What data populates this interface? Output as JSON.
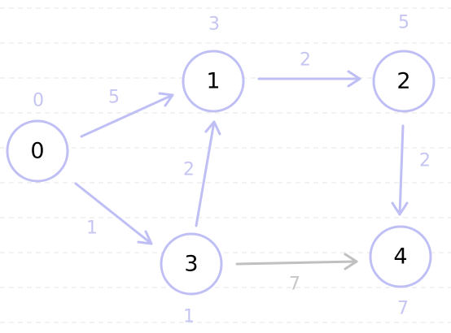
{
  "colors": {
    "accent": "#bfbff5",
    "muted": "#c0c0c0",
    "label_accent": "#c5c5f3",
    "label_muted": "#c6c6c6",
    "grid": "#e6e6e6"
  },
  "graph": {
    "nodes": [
      {
        "id": "0",
        "label": "0",
        "distance": "0"
      },
      {
        "id": "1",
        "label": "1",
        "distance": "3"
      },
      {
        "id": "2",
        "label": "2",
        "distance": "5"
      },
      {
        "id": "3",
        "label": "3",
        "distance": "1"
      },
      {
        "id": "4",
        "label": "4",
        "distance": "7"
      }
    ],
    "edges": [
      {
        "from": "0",
        "to": "1",
        "weight": "5",
        "style": "accent"
      },
      {
        "from": "0",
        "to": "3",
        "weight": "1",
        "style": "accent"
      },
      {
        "from": "1",
        "to": "2",
        "weight": "2",
        "style": "accent"
      },
      {
        "from": "3",
        "to": "1",
        "weight": "2",
        "style": "accent"
      },
      {
        "from": "2",
        "to": "4",
        "weight": "2",
        "style": "accent"
      },
      {
        "from": "3",
        "to": "4",
        "weight": "7",
        "style": "muted"
      }
    ]
  }
}
